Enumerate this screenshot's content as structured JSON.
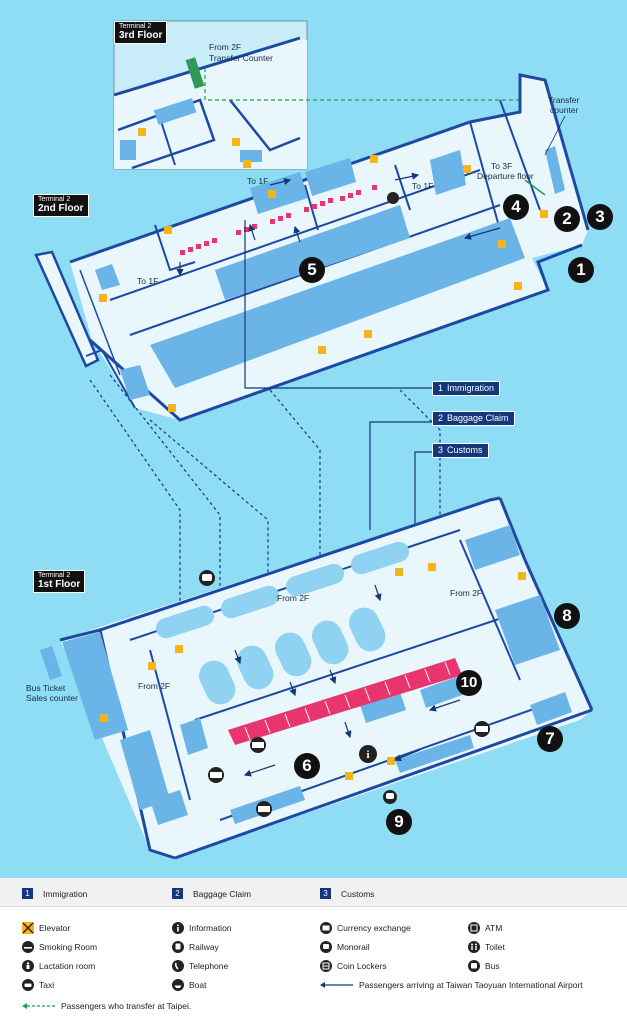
{
  "floors": {
    "third": {
      "terminal": "Terminal 2",
      "floor": "3rd Floor"
    },
    "second": {
      "terminal": "Terminal 2",
      "floor": "2nd Floor"
    },
    "first": {
      "terminal": "Terminal 2",
      "floor": "1st Floor"
    }
  },
  "map_labels": {
    "from_2f_transfer": "From 2F",
    "transfer_counter_3f": "Transfer Counter",
    "transfer_counter_line1": "Transfer",
    "transfer_counter_line2": "counter",
    "to_3f": "To 3F",
    "departure_floor": "Departure floor",
    "to_1f_a": "To 1F",
    "to_1f_b": "To 1F",
    "to_1f_c": "To 1F",
    "from_2f_a": "From 2F",
    "from_2f_b": "From 2F",
    "from_2f_c": "From 2F",
    "bus_ticket_line1": "Bus Ticket",
    "bus_ticket_line2": "Sales counter"
  },
  "callouts": [
    {
      "num": "1",
      "label": "Immigration"
    },
    {
      "num": "2",
      "label": "Baggage Claim"
    },
    {
      "num": "3",
      "label": "Customs"
    }
  ],
  "markers": [
    "1",
    "2",
    "3",
    "4",
    "5",
    "6",
    "7",
    "8",
    "9",
    "10"
  ],
  "legend": {
    "header": [
      {
        "num": "1",
        "label": "Immigration"
      },
      {
        "num": "2",
        "label": "Baggage Claim"
      },
      {
        "num": "3",
        "label": "Customs"
      }
    ],
    "icons": [
      {
        "icon": "elevator-icon",
        "label": "Elevator"
      },
      {
        "icon": "information-icon",
        "label": "Information"
      },
      {
        "icon": "currency-exchange-icon",
        "label": "Currency exchange"
      },
      {
        "icon": "atm-icon",
        "label": "ATM"
      },
      {
        "icon": "smoking-room-icon",
        "label": "Smoking Room"
      },
      {
        "icon": "railway-icon",
        "label": "Railway"
      },
      {
        "icon": "monorail-icon",
        "label": "Monorail"
      },
      {
        "icon": "toilet-icon",
        "label": "Toilet"
      },
      {
        "icon": "lactation-room-icon",
        "label": "Lactation room"
      },
      {
        "icon": "telephone-icon",
        "label": "Telephone"
      },
      {
        "icon": "coin-lockers-icon",
        "label": "Coin Lockers"
      },
      {
        "icon": "bus-icon",
        "label": "Bus"
      },
      {
        "icon": "taxi-icon",
        "label": "Taxi"
      },
      {
        "icon": "boat-icon",
        "label": "Boat"
      }
    ],
    "arrival_route": "Passengers arriving at Taiwan Taoyuan International Airport",
    "transfer_route": "Passengers who transfer at Taipei."
  },
  "colors": {
    "background": "#8fdcf5",
    "floor": "#e9f6fc",
    "wall": "#1c4aa3",
    "block": "#6ab4e8",
    "counter": "#e8356d",
    "elevator": "#f2b51e",
    "route": "#13377a",
    "transfer_route": "#1aa24a",
    "callout": "#13377a"
  }
}
